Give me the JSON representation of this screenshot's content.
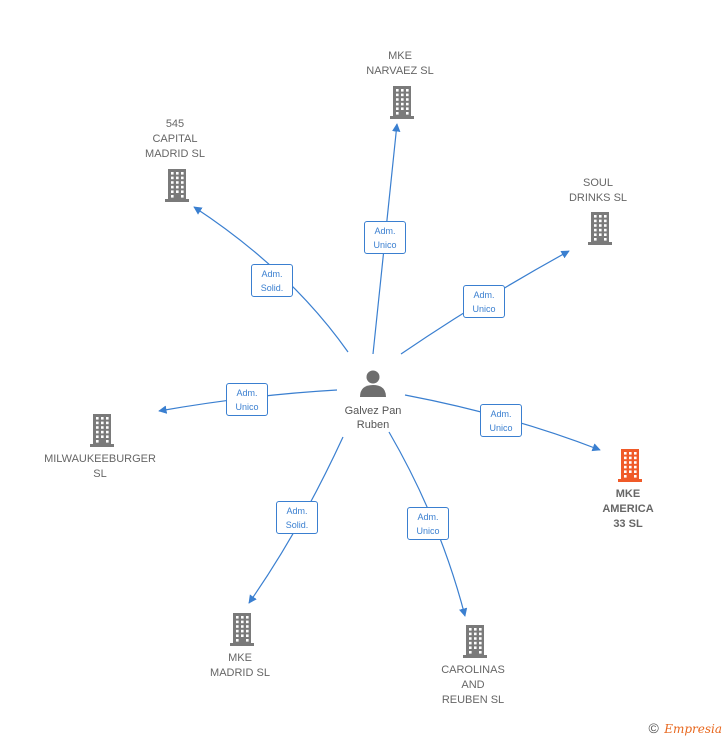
{
  "center": {
    "name_line1": "Galvez Pan",
    "name_line2": "Ruben",
    "icon": "person-icon"
  },
  "nodes": [
    {
      "id": "narvaez",
      "lines": [
        "MKE",
        "NARVAEZ  SL"
      ],
      "icon": "building-icon",
      "highlight": false
    },
    {
      "id": "capital",
      "lines": [
        "545",
        "CAPITAL",
        "MADRID  SL"
      ],
      "icon": "building-icon",
      "highlight": false
    },
    {
      "id": "soul",
      "lines": [
        "SOUL",
        "DRINKS  SL"
      ],
      "icon": "building-icon",
      "highlight": false
    },
    {
      "id": "milwaukee",
      "lines": [
        "MILWAUKEEBURGER",
        "SL"
      ],
      "icon": "building-icon",
      "highlight": false
    },
    {
      "id": "america",
      "lines": [
        "MKE",
        "AMERICA",
        "33  SL"
      ],
      "icon": "building-icon",
      "highlight": true
    },
    {
      "id": "madrid",
      "lines": [
        "MKE",
        "MADRID  SL"
      ],
      "icon": "building-icon",
      "highlight": false
    },
    {
      "id": "carolinas",
      "lines": [
        "CAROLINAS",
        "AND",
        "REUBEN  SL"
      ],
      "icon": "building-icon",
      "highlight": false
    }
  ],
  "edges": [
    {
      "to": "narvaez",
      "lines": [
        "Adm.",
        "Unico"
      ]
    },
    {
      "to": "capital",
      "lines": [
        "Adm.",
        "Solid."
      ]
    },
    {
      "to": "soul",
      "lines": [
        "Adm.",
        "Unico"
      ]
    },
    {
      "to": "milwaukee",
      "lines": [
        "Adm.",
        "Unico"
      ]
    },
    {
      "to": "america",
      "lines": [
        "Adm.",
        "Unico"
      ]
    },
    {
      "to": "madrid",
      "lines": [
        "Adm.",
        "Solid."
      ]
    },
    {
      "to": "carolinas",
      "lines": [
        "Adm.",
        "Unico"
      ]
    }
  ],
  "colors": {
    "edge": "#3a7fd0",
    "building": "#7a7a7a",
    "highlight": "#f05a28",
    "person": "#6e6e6e"
  },
  "footer": {
    "copyright_symbol": "©",
    "brand": "Empresia"
  }
}
